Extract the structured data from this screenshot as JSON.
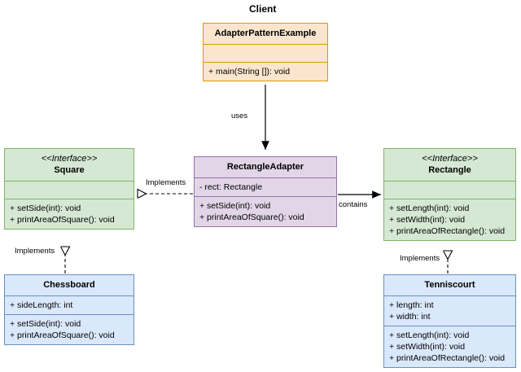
{
  "diagram": {
    "type": "uml-class-diagram",
    "title_label": "Client",
    "background": "#ffffff",
    "palette": {
      "client_fill": "#fbe5cd",
      "client_stroke": "#d79b00",
      "interface_fill": "#d5e8d4",
      "interface_stroke": "#82b366",
      "adapter_fill": "#e1d5e7",
      "adapter_stroke": "#9673a6",
      "concrete_fill": "#dae8fc",
      "concrete_stroke": "#6c8ebf",
      "edge_stroke": "#000000"
    }
  },
  "nodes": {
    "adapter_pattern_example": {
      "name": "AdapterPatternExample",
      "stereotype": "",
      "attributes": [],
      "methods": [
        "+ main(String []): void"
      ]
    },
    "square": {
      "name": "Square",
      "stereotype": "<<Interface>>",
      "attributes": [],
      "methods": [
        "+ setSide(int): void",
        "+ printAreaOfSquare(): void"
      ]
    },
    "rectangle_adapter": {
      "name": "RectangleAdapter",
      "stereotype": "",
      "attributes": [
        "- rect: Rectangle"
      ],
      "methods": [
        "+ setSide(int): void",
        "+ printAreaOfSquare(): void"
      ]
    },
    "rectangle": {
      "name": "Rectangle",
      "stereotype": "<<Interface>>",
      "attributes": [],
      "methods": [
        "+ setLength(int): void",
        "+ setWidth(int): void",
        "+ printAreaOfRectangle(): void"
      ]
    },
    "chessboard": {
      "name": "Chessboard",
      "stereotype": "",
      "attributes": [
        "+ sideLength: int"
      ],
      "methods": [
        "+ setSide(int): void",
        "+ printAreaOfSquare(): void"
      ]
    },
    "tenniscourt": {
      "name": "Tenniscourt",
      "stereotype": "",
      "attributes": [
        "+ length: int",
        "+ width: int"
      ],
      "methods": [
        "+ setLength(int): void",
        "+ setWidth(int): void",
        "+ printAreaOfRectangle(): void"
      ]
    }
  },
  "edges": {
    "uses": {
      "label": "uses",
      "from": "adapter_pattern_example",
      "to": "rectangle_adapter",
      "style": "solid-arrow"
    },
    "adapter_implements_square": {
      "label": "Implements",
      "from": "rectangle_adapter",
      "to": "square",
      "style": "dashed-hollow-triangle"
    },
    "adapter_contains_rectangle": {
      "label": "contains",
      "from": "rectangle_adapter",
      "to": "rectangle",
      "style": "solid-arrow"
    },
    "chessboard_implements_square": {
      "label": "Implements",
      "from": "chessboard",
      "to": "square",
      "style": "dashed-hollow-triangle"
    },
    "tenniscourt_implements_rectangle": {
      "label": "Implements",
      "from": "tenniscourt",
      "to": "rectangle",
      "style": "dashed-hollow-triangle"
    }
  }
}
